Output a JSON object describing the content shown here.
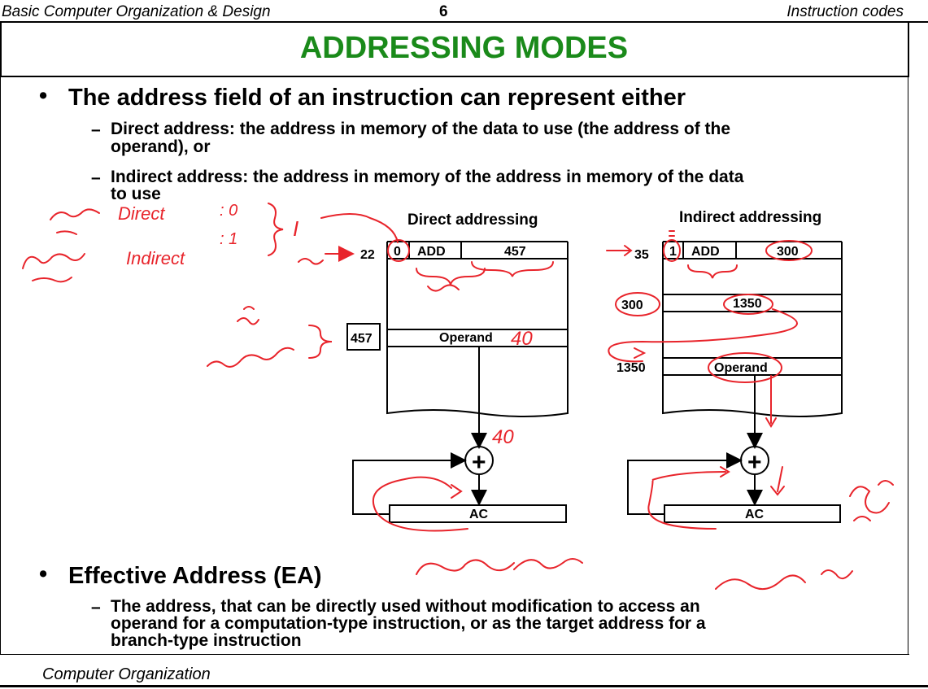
{
  "header": {
    "left": "Basic Computer Organization & Design",
    "page": "6",
    "right": "Instruction codes"
  },
  "title": "ADDRESSING MODES",
  "bullets": {
    "b1": "The address field of an instruction can represent either",
    "b1_sub1_line1": "Direct address: the address in memory of the data to use (the address of the",
    "b1_sub1_line2": "operand), or",
    "b1_sub2_line1": "Indirect address: the address in memory of the address in memory of the data",
    "b1_sub2_line2": "to use",
    "b2": "Effective Address (EA)",
    "b2_sub1_line1": "The address, that can be directly used without modification to access an",
    "b2_sub1_line2": "operand for a computation-type instruction, or as the target address for a",
    "b2_sub1_line3": "branch-type instruction"
  },
  "direct": {
    "title": "Direct addressing",
    "addr": "22",
    "i_bit": "0",
    "opcode": "ADD",
    "address": "457",
    "operand_addr": "457",
    "operand": "Operand",
    "ac": "AC",
    "plus": "+"
  },
  "indirect": {
    "title": "Indirect addressing",
    "addr": "35",
    "i_bit": "1",
    "opcode": "ADD",
    "address": "300",
    "ptr_addr": "300",
    "ptr_value": "1350",
    "operand_addr": "1350",
    "operand": "Operand",
    "ac": "AC",
    "plus": "+"
  },
  "handwriting": {
    "direct_label": "Direct",
    "direct_val": ": 0",
    "indirect_label": "Indirect",
    "indirect_val": ": 1",
    "i_letter": "I",
    "val40a": "40",
    "val40b": "40"
  },
  "footer": "Computer Organization",
  "colors": {
    "title": "#1a8a1a",
    "annotation": "#e8242b"
  }
}
